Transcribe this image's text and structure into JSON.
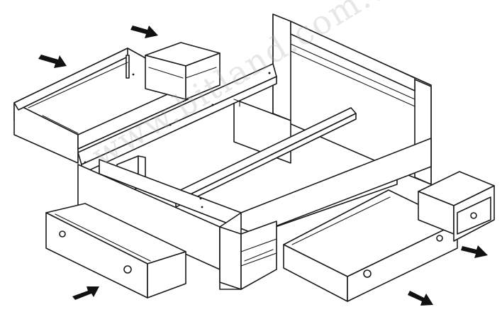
{
  "watermark": "www.bitland.com.ua",
  "colors": {
    "line": "#1a1a1a",
    "arrow": "#111111",
    "background": "#ffffff"
  },
  "callouts": [
    {
      "id": "left-storage-box-arrow"
    },
    {
      "id": "left-nightstand-arrow"
    },
    {
      "id": "left-drawer-arrow"
    },
    {
      "id": "right-drawer-arrow"
    },
    {
      "id": "right-nightstand-arrow"
    }
  ]
}
